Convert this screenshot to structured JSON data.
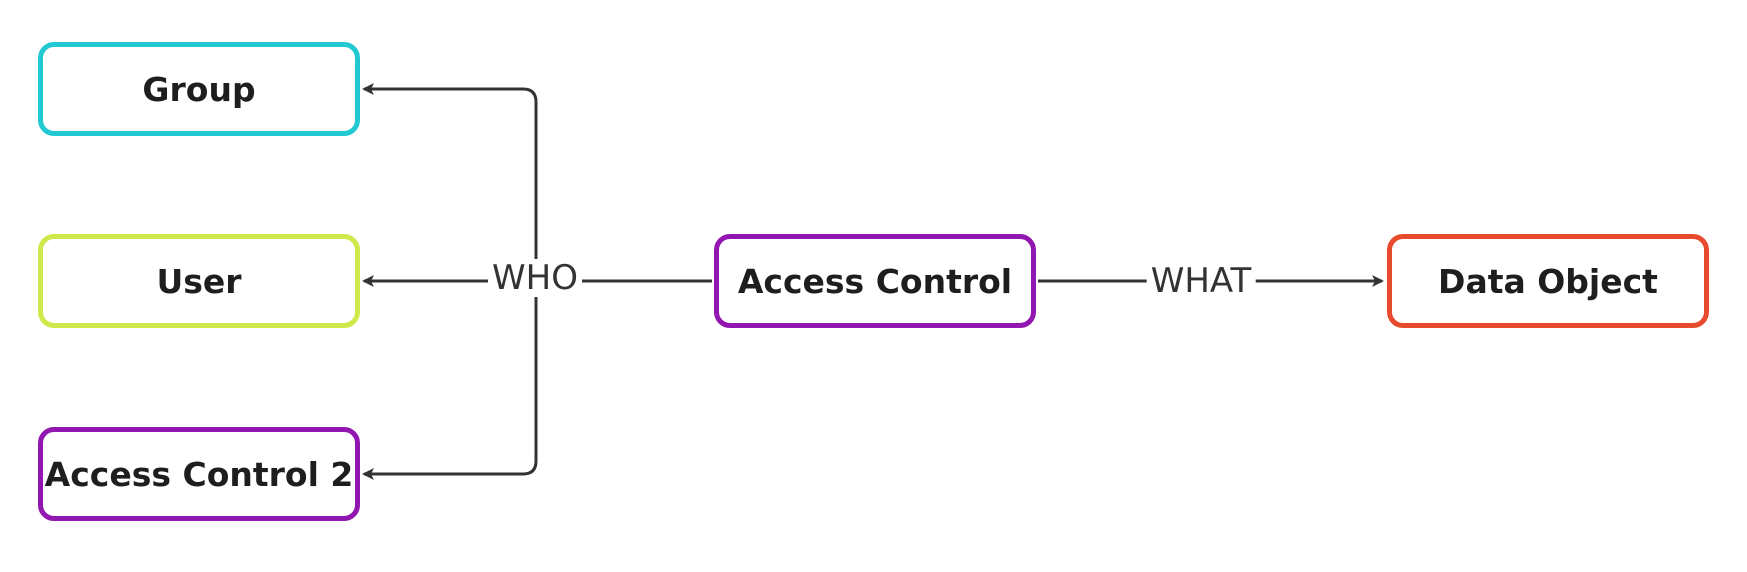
{
  "nodes": {
    "group": {
      "label": "Group",
      "border_color": "#22C9D3"
    },
    "user": {
      "label": "User",
      "border_color": "#CFE84A"
    },
    "access_control_2": {
      "label": "Access Control 2",
      "border_color": "#9217B0"
    },
    "access_control": {
      "label": "Access Control",
      "border_color": "#9217B0"
    },
    "data_object": {
      "label": "Data Object",
      "border_color": "#E84A2E"
    }
  },
  "edges": {
    "who": {
      "label": "WHO"
    },
    "what": {
      "label": "WHAT"
    }
  },
  "colors": {
    "connector": "#333333",
    "text": "#1e1e1e",
    "background": "#ffffff"
  }
}
